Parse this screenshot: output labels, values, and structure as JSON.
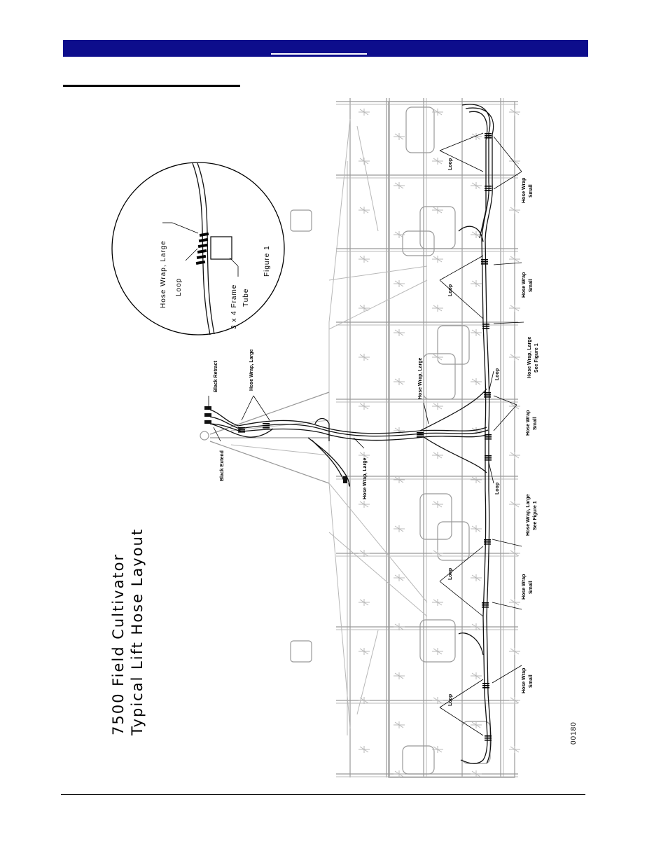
{
  "diagram": {
    "title_line1": "7500 Field Cultivator",
    "title_line2": "Typical Lift Hose Layout",
    "drawing_number": "00180",
    "figure": {
      "line1": "Hose Wrap, Large",
      "line2": "Loop",
      "line3": "3 x 4 Frame",
      "line4": "Tube",
      "label": "Figure 1"
    },
    "labels": {
      "black_retract": "Black Retract",
      "black_extend": "Black Extend",
      "hose_wrap_large": "Hose Wrap, Large",
      "hose_wrap_large_top": "Hose Wrap, Large",
      "hose_wrap_large_mid": "Hose Wrap, Large",
      "loop": "Loop",
      "hose_wrap": "Hose Wrap",
      "small": "Small",
      "hose_wrap_large_comma": "Hose Wrap, Large",
      "see_figure_1": "See Figure 1"
    }
  }
}
